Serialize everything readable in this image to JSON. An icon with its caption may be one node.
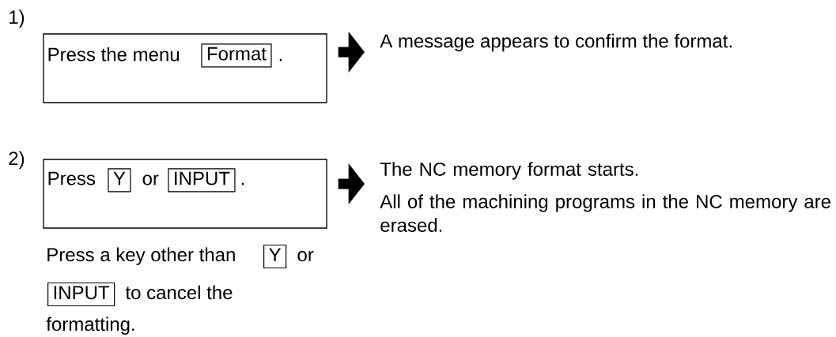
{
  "diagram": {
    "nodes": [
      {
        "text": [
          "Press the menu",
          "."
        ]
      },
      {
        "text": [
          "Format"
        ],
        "in": 0
      },
      {
        "text": [
          "A message appears to confirm the format."
        ]
      },
      {
        "text": [
          "Press",
          "or",
          "."
        ]
      },
      {
        "text": [
          "Y"
        ],
        "in": 3
      },
      {
        "text": [
          "INPUT"
        ],
        "in": 3
      },
      {
        "text": [
          "The NC memory format starts.",
          "All of the machining programs in the NC memory are erased."
        ]
      },
      {
        "text": [
          "Y"
        ]
      },
      {
        "text": [
          "INPUT"
        ]
      }
    ],
    "edges": [
      {
        "from": 0,
        "to": 2,
        "arrow": "to"
      },
      {
        "from": 3,
        "to": 6,
        "arrow": "to"
      }
    ],
    "labels": [
      "1)",
      "2)",
      "Press a key other than",
      "or",
      "to cancel the",
      "formatting."
    ]
  }
}
